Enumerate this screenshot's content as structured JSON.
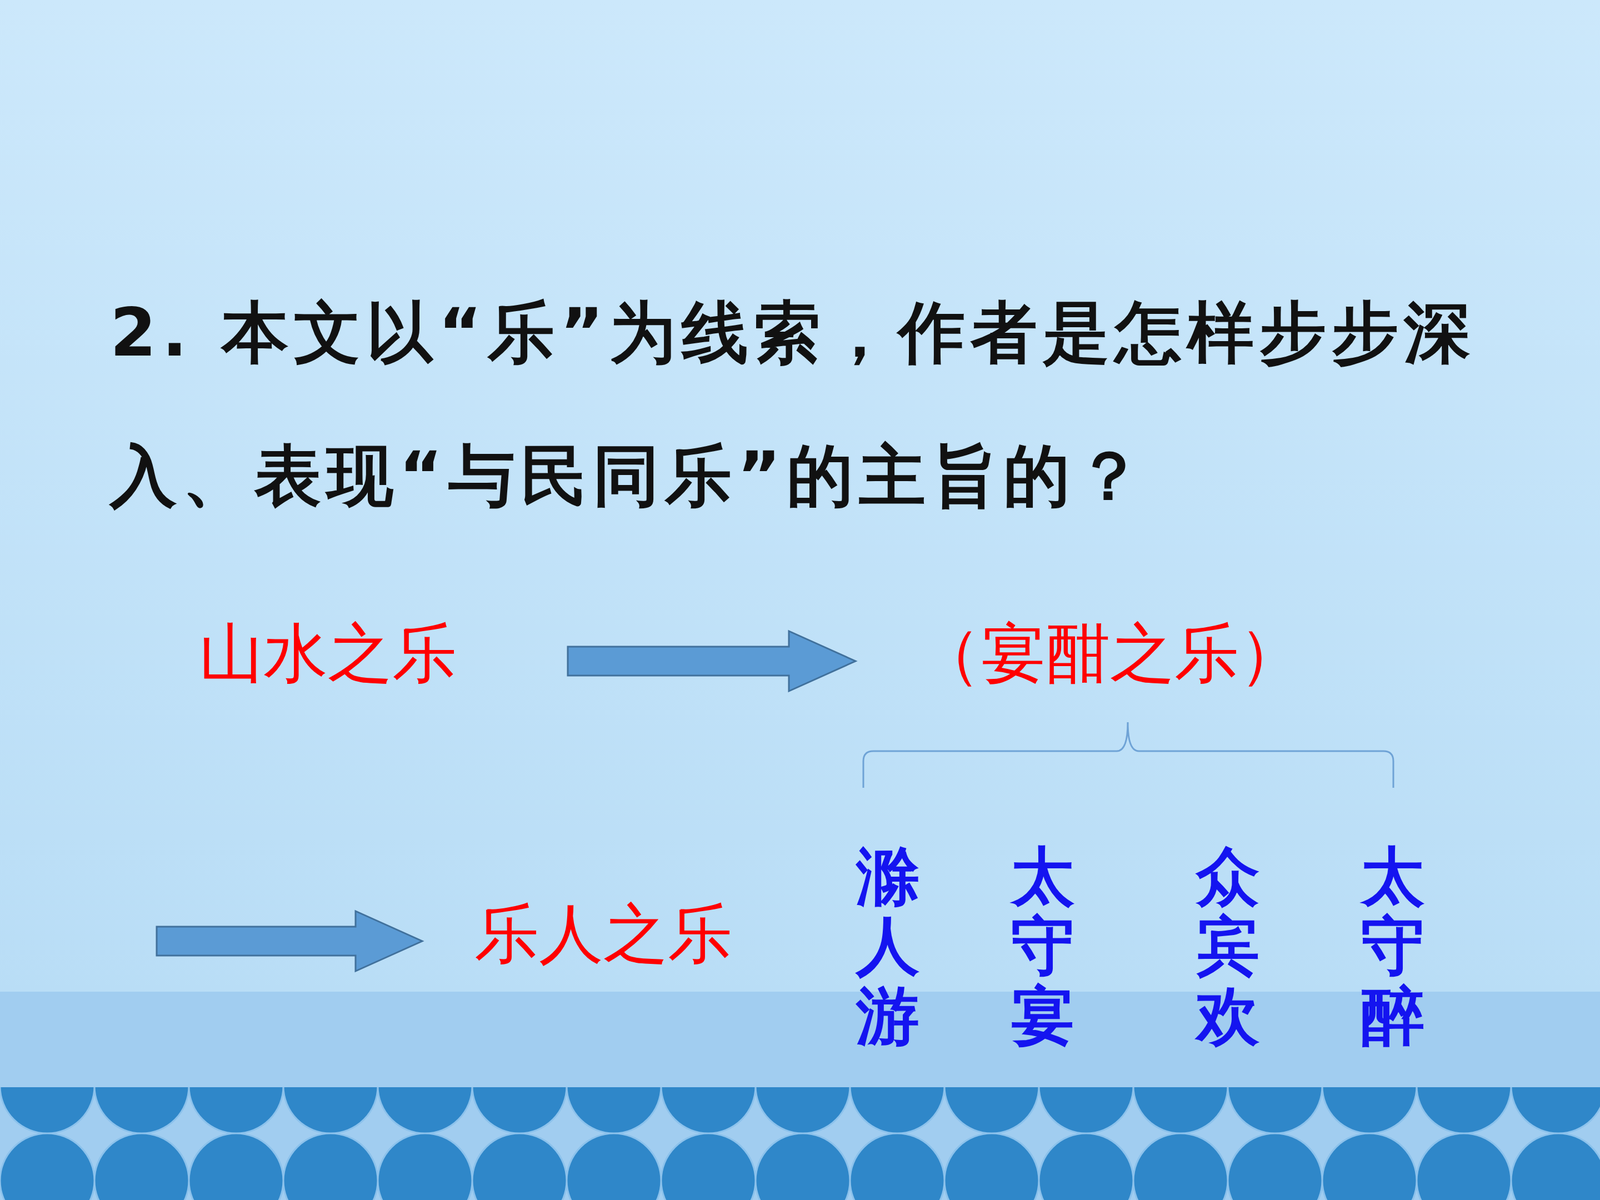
{
  "diagram": {
    "title": "2. 本文以“乐”为线索，作者是怎样步步深入、表现“与民同乐”的主旨的？",
    "nodes": [
      {
        "text": [
          "山水之乐"
        ]
      },
      {
        "text": [
          "（宴酣之乐）"
        ]
      },
      {
        "text": [
          "乐人之乐"
        ]
      }
    ],
    "edges": [
      {
        "from": 0,
        "to": 1,
        "arrow": "to"
      }
    ],
    "labels": [
      "滁人游",
      "太守宴",
      "众宾欢",
      "太守醉"
    ]
  }
}
